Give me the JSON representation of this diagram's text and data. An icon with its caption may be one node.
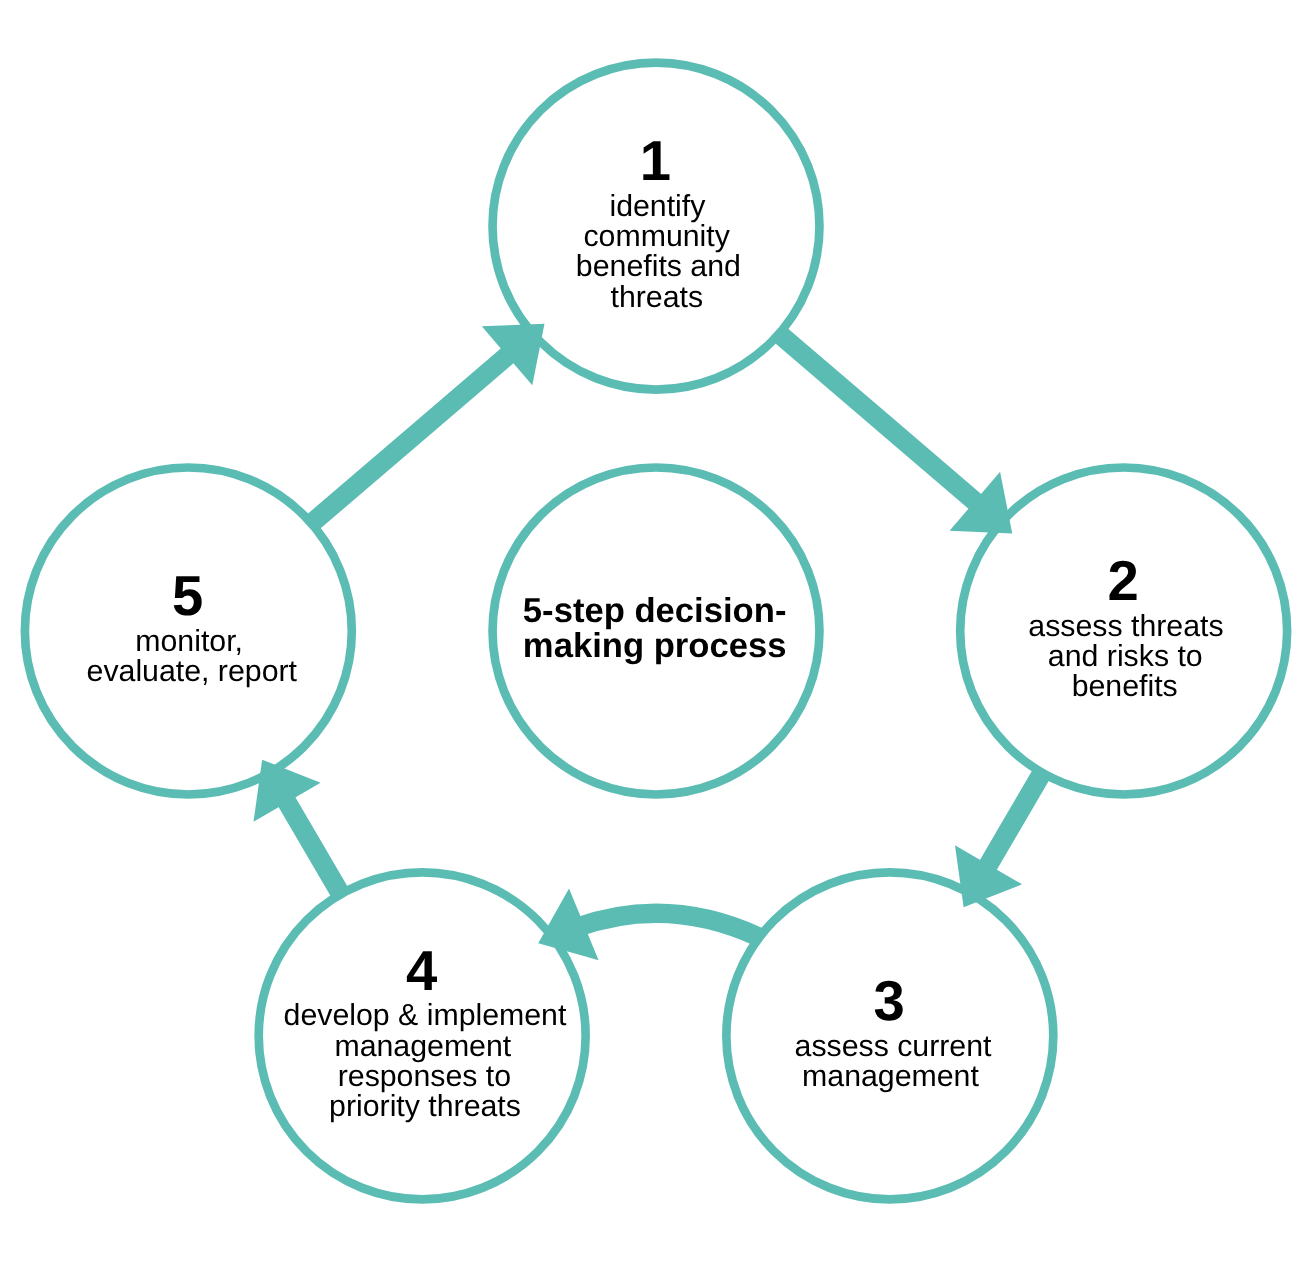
{
  "diagram": {
    "nodes": [
      {
        "text": [
          "1",
          "identify community benefits and threats"
        ]
      },
      {
        "text": [
          "2",
          "assess threats and risks to benefits"
        ]
      },
      {
        "text": [
          "3",
          "assess current management"
        ]
      },
      {
        "text": [
          "4",
          "develop & implement management responses to priority threats"
        ]
      },
      {
        "text": [
          "5",
          "monitor, evaluate, report"
        ]
      },
      {
        "text": [
          "5-step decision-making process"
        ]
      }
    ],
    "edges": [
      {
        "from": 0,
        "to": 1,
        "arrow": "to"
      },
      {
        "from": 1,
        "to": 2,
        "arrow": "to"
      },
      {
        "from": 2,
        "to": 3,
        "arrow": "to"
      },
      {
        "from": 3,
        "to": 4,
        "arrow": "to"
      },
      {
        "from": 4,
        "to": 0,
        "arrow": "to"
      }
    ]
  }
}
